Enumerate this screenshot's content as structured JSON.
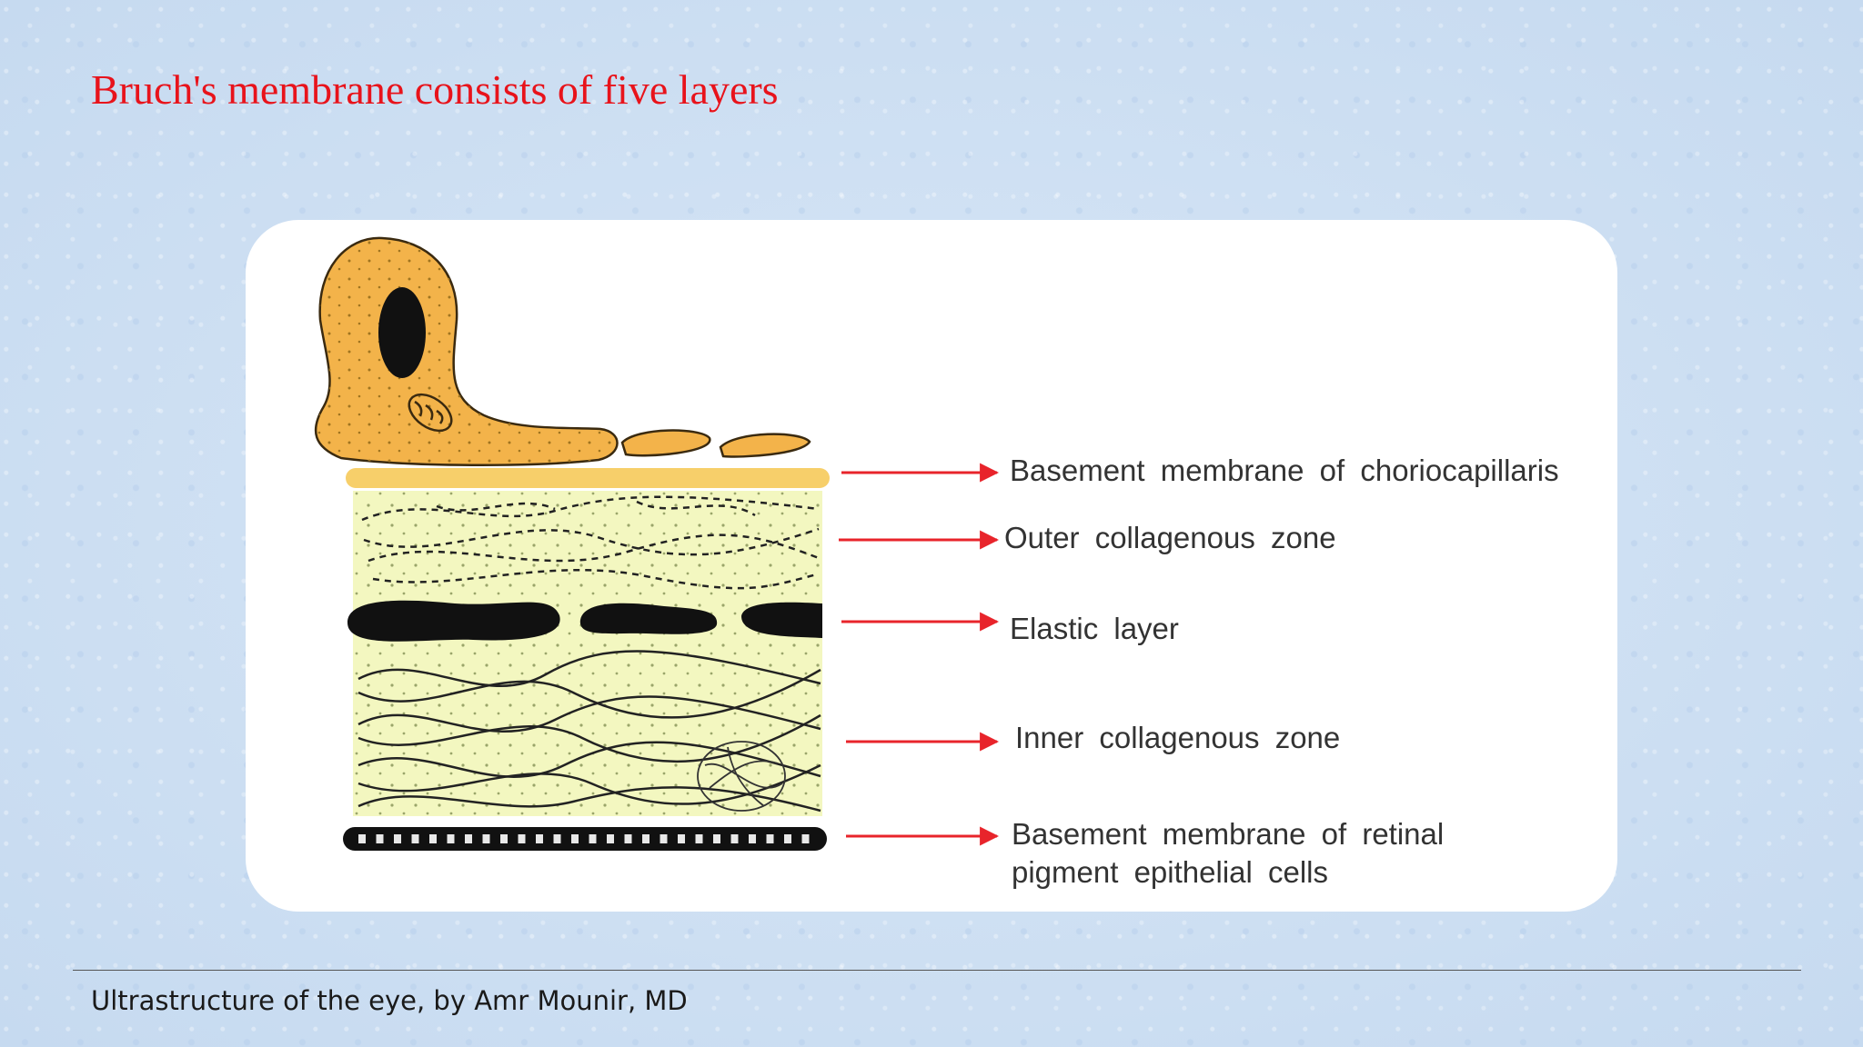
{
  "title": "Bruch's membrane consists of five layers",
  "diagram": {
    "labels": [
      {
        "id": "basement-choriocapillaris",
        "text": "Basement membrane of choriocapillaris"
      },
      {
        "id": "outer-collagenous",
        "text": "Outer collagenous zone"
      },
      {
        "id": "elastic",
        "text": "Elastic layer"
      },
      {
        "id": "inner-collagenous",
        "text": "Inner collagenous zone"
      },
      {
        "id": "basement-rpe-line1",
        "text": "Basement membrane of retinal"
      },
      {
        "id": "basement-rpe-line2",
        "text": "pigment epithelial cells"
      }
    ],
    "colors": {
      "cell": "#f3b34a",
      "membrane": "#f7cf6a",
      "matrix": "#f3f7c0",
      "arrow": "#e8242b",
      "fiber": "#222222"
    }
  },
  "footer": {
    "text": "Ultrastructure of the eye, by Amr Mounir, MD"
  }
}
